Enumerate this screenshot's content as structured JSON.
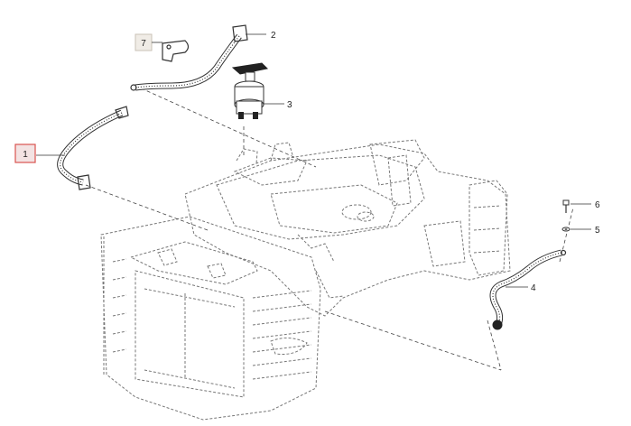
{
  "callouts": [
    {
      "id": "1",
      "label": "1",
      "highlighted": true
    },
    {
      "id": "2",
      "label": "2",
      "highlighted": false
    },
    {
      "id": "3",
      "label": "3",
      "highlighted": false
    },
    {
      "id": "4",
      "label": "4",
      "highlighted": false
    },
    {
      "id": "5",
      "label": "5",
      "highlighted": false
    },
    {
      "id": "6",
      "label": "6",
      "highlighted": false
    },
    {
      "id": "7",
      "label": "7",
      "highlighted": false
    }
  ],
  "colors": {
    "highlight_border": "#d9534f",
    "highlight_fill": "#f3e3e3",
    "box7_fill": "#f0ece6",
    "line": "#333333"
  }
}
